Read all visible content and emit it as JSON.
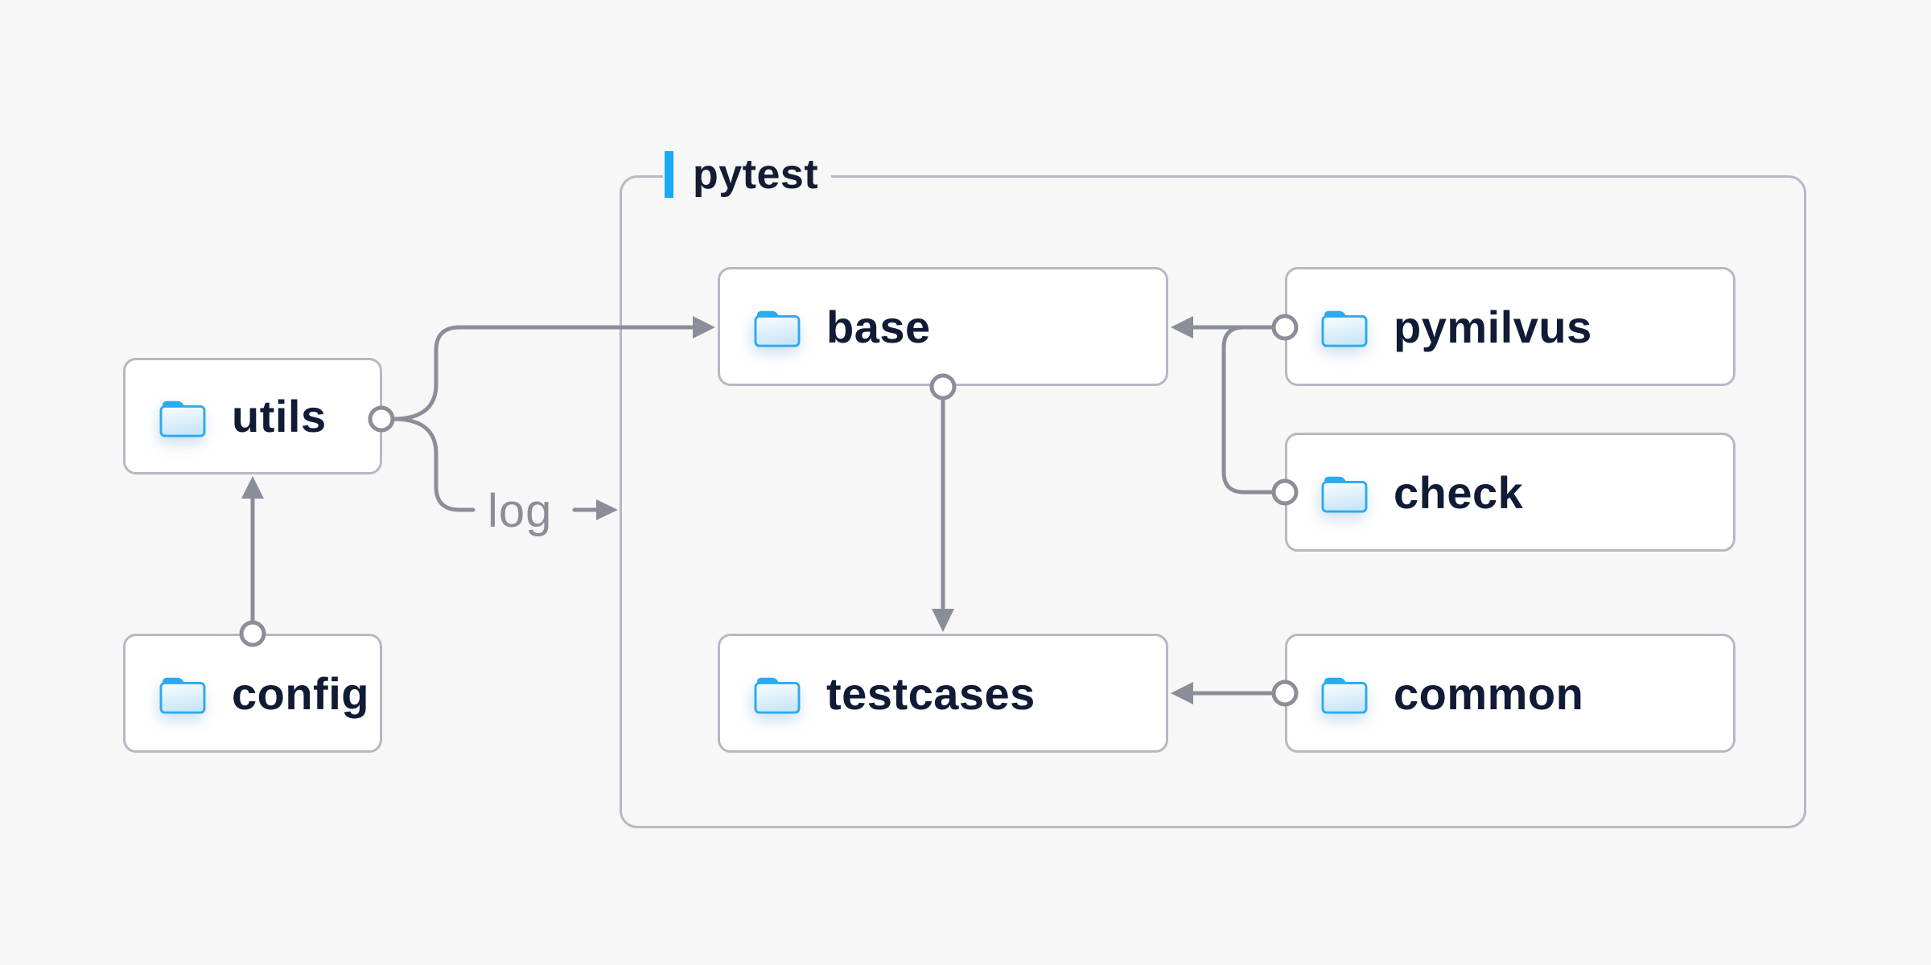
{
  "diagram": {
    "group_label": "pytest",
    "edge_label": "log",
    "nodes": {
      "utils": "utils",
      "config": "config",
      "base": "base",
      "pymilvus": "pymilvus",
      "check": "check",
      "testcases": "testcases",
      "common": "common"
    },
    "edges": [
      {
        "from": "config",
        "to": "utils"
      },
      {
        "from": "utils",
        "to": "base"
      },
      {
        "from": "utils",
        "to": "log"
      },
      {
        "from": "pymilvus",
        "to": "base"
      },
      {
        "from": "check",
        "to": "base"
      },
      {
        "from": "base",
        "to": "testcases"
      },
      {
        "from": "common",
        "to": "testcases"
      }
    ],
    "colors": {
      "background": "#f7f7f8",
      "accent_blue": "#15aaf2",
      "folder_blue": "#2aaaf0",
      "line_gray": "#8b8e99",
      "border_gray": "#b6b8c4",
      "label_navy": "#101b35",
      "node_bg": "#ffffff"
    }
  }
}
